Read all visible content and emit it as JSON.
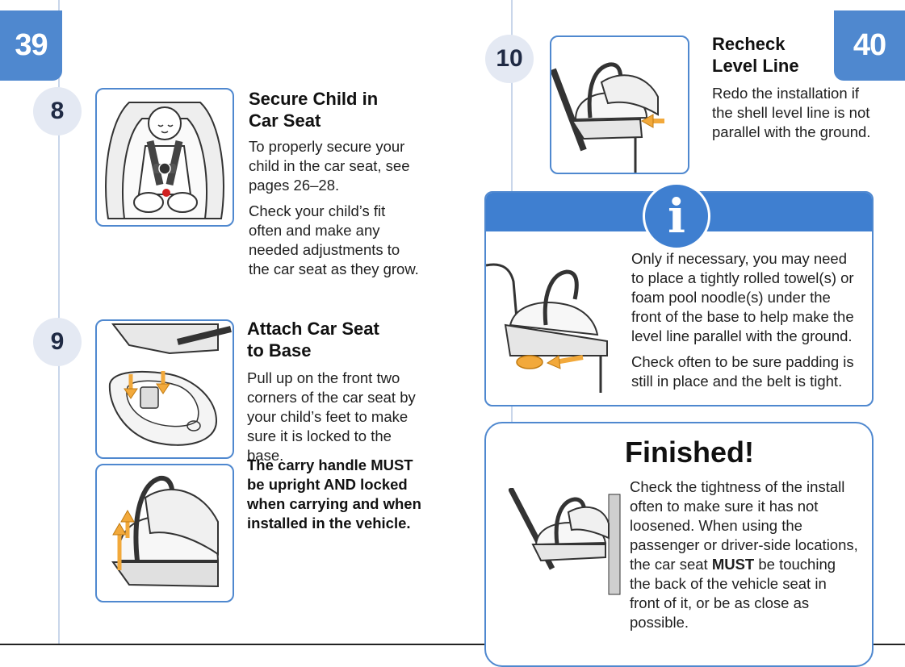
{
  "pages": {
    "left_number": "39",
    "right_number": "40"
  },
  "steps": [
    {
      "number": "8",
      "title_line1": "Secure Child in",
      "title_line2": "Car Seat",
      "paragraphs": [
        "To properly secure your child in the car seat, see pages 26–28.",
        "Check your child’s fit often and make any needed adjustments to the car seat as they grow."
      ],
      "illustration": "child-in-car-seat-illustration"
    },
    {
      "number": "9",
      "title_line1": "Attach Car Seat",
      "title_line2": "to Base",
      "paragraphs": [
        "Pull up on the front two corners of the car seat by your child’s feet to make sure it is locked to the base."
      ],
      "warning": "The carry handle MUST be upright AND locked when carrying and when installed in the vehicle.",
      "illustrations": [
        "attach-seat-to-base-illustration",
        "handle-upright-illustration"
      ]
    },
    {
      "number": "10",
      "title_line1": "Recheck",
      "title_line2": "Level Line",
      "paragraphs": [
        "Redo the installation if the shell level line is not parallel with the ground."
      ],
      "illustration": "level-line-illustration"
    }
  ],
  "info": {
    "icon": "info-icon",
    "icon_glyph": "i",
    "paragraphs": [
      "Only if necessary, you may need to place a tightly rolled towel(s) or foam pool noodle(s) under the front of the base to help make the level line parallel with the ground.",
      "Check often to be sure padding is still in place and the belt is tight."
    ]
  },
  "finished": {
    "title": "Finished!",
    "text_before_bold": "Check the tightness of the install often to make sure it has not loosened. When using the passenger or driver-side locations, the car seat ",
    "bold": "MUST",
    "text_after_bold": " be touching the back of the vehicle seat in front of it, or be as close as possible."
  },
  "colors": {
    "accent_blue": "#4f88cf",
    "info_band_blue": "#3f7fd0",
    "step_circle_bg": "#e4e9f3",
    "arrow_yellow": "#f2a93b"
  }
}
